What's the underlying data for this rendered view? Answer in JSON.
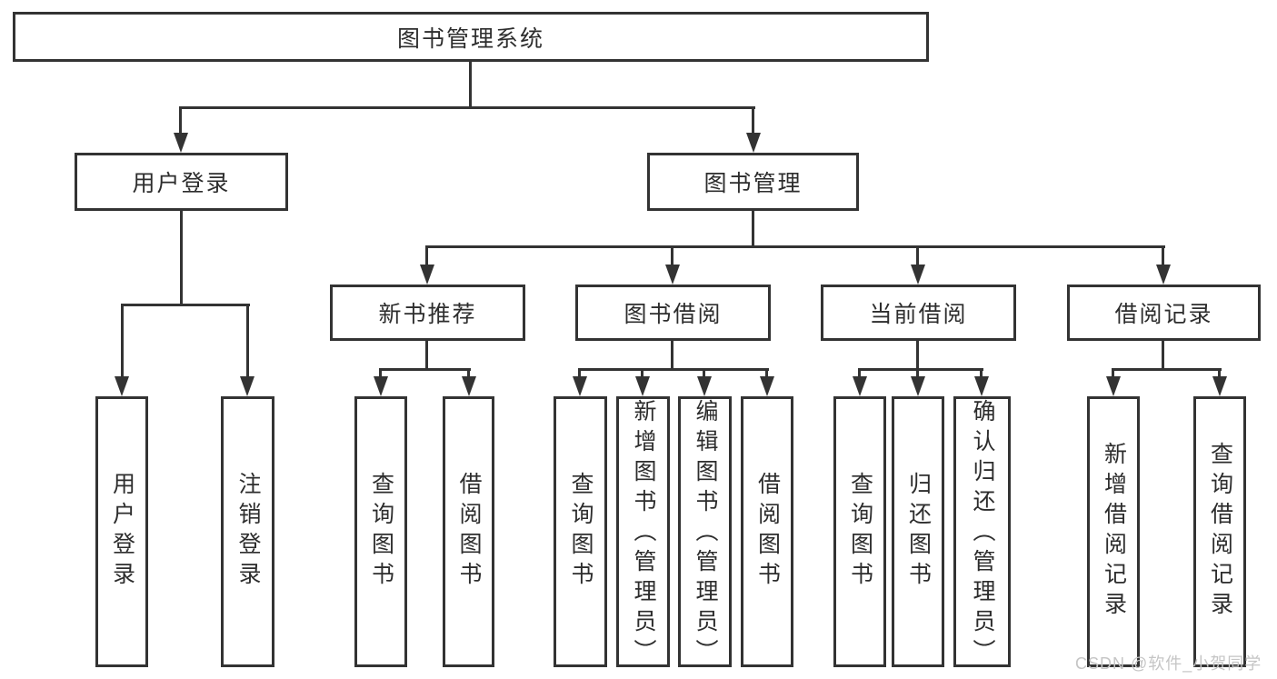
{
  "diagram": {
    "title": "图书管理系统",
    "level2": [
      "用户登录",
      "图书管理"
    ],
    "level3": [
      "新书推荐",
      "图书借阅",
      "当前借阅",
      "借阅记录"
    ],
    "leaves": {
      "user_login": [
        "用户登录",
        "注销登录"
      ],
      "new_book_recommend": [
        "查询图书",
        "借阅图书"
      ],
      "book_borrow": [
        "查询图书",
        "新增图书（管理员）",
        "编辑图书（管理员）",
        "借阅图书"
      ],
      "current_borrow": [
        "查询图书",
        "归还图书",
        "确认归还（管理员）"
      ],
      "borrow_records": [
        "新增借阅记录",
        "查询借阅记录"
      ]
    },
    "colors": {
      "line": "#333333",
      "text": "#2d2d2d",
      "background": "#ffffff",
      "watermark": "#c5c5c5"
    }
  },
  "watermark": "CSDN @软件_小贺同学"
}
